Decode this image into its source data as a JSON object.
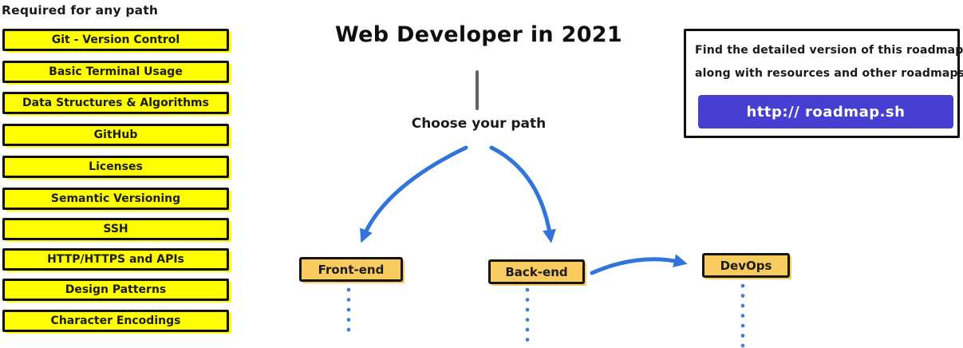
{
  "page": {
    "title": "Web Developer in 2021",
    "subtitle": "Choose your path"
  },
  "required": {
    "heading": "Required for any path",
    "items": [
      "Git - Version Control",
      "Basic Terminal Usage",
      "Data Structures & Algorithms",
      "GitHub",
      "Licenses",
      "Semantic Versioning",
      "SSH",
      "HTTP/HTTPS and APIs",
      "Design Patterns",
      "Character Encodings"
    ]
  },
  "paths": {
    "frontend": "Front-end",
    "backend": "Back-end",
    "devops": "DevOps"
  },
  "info_box": {
    "line1": "Find the detailed version of this roadmap",
    "line2": "along with resources and other roadmaps",
    "button_label": "http:// roadmap.sh"
  },
  "colors": {
    "topic_yellow": "#ffff00",
    "path_amber": "#f8cb5e",
    "arrow_blue": "#3174db",
    "dot_blue": "#3b7cde",
    "button_purple": "#473fd1",
    "connector_gray": "#636363"
  }
}
